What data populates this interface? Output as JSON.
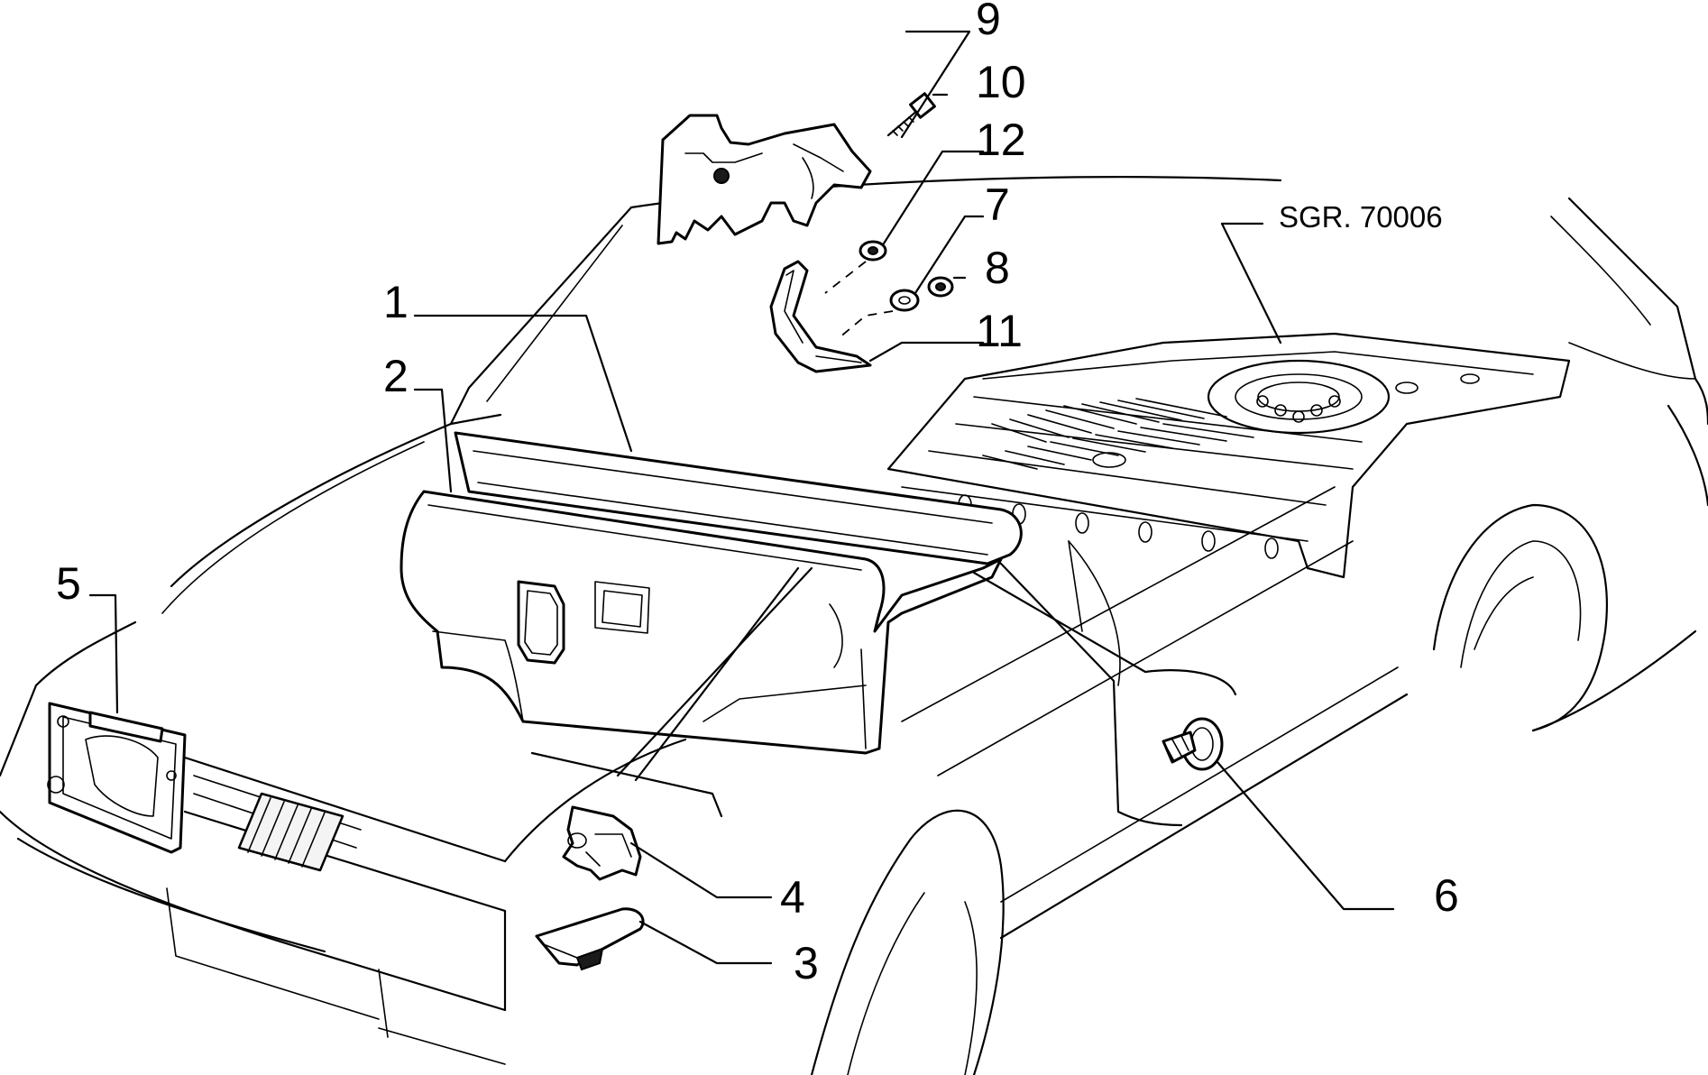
{
  "callouts": {
    "c1": "1",
    "c2": "2",
    "c3": "3",
    "c4": "4",
    "c5": "5",
    "c6": "6",
    "c7": "7",
    "c8": "8",
    "c9": "9",
    "c10": "10",
    "c11": "11",
    "c12": "12"
  },
  "reference": "SGR. 70006"
}
